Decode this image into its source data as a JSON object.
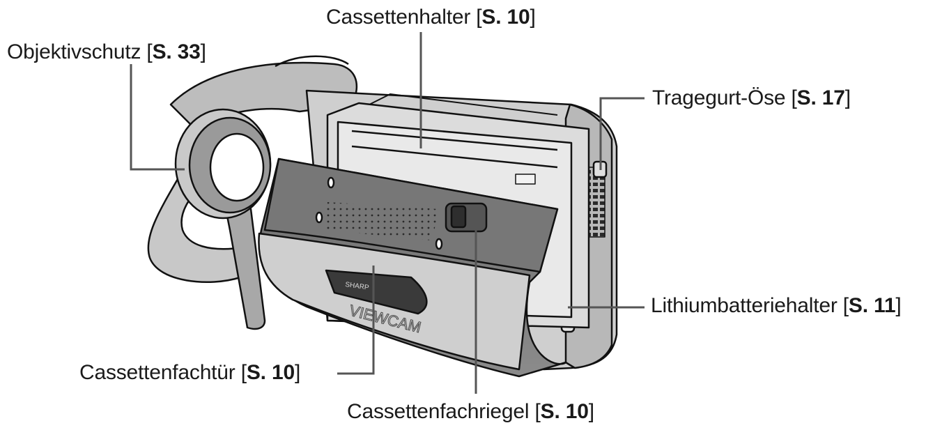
{
  "callouts": {
    "cassette_holder": {
      "name": "Cassettenhalter",
      "open": " [",
      "page": "S. 10",
      "close": "]"
    },
    "lens_cover": {
      "name": "Objektivschutz",
      "open": " [",
      "page": "S. 33",
      "close": "]"
    },
    "strap_eyelet": {
      "name": "Tragegurt-Öse",
      "open": " [",
      "page": "S. 17",
      "close": "]"
    },
    "lithium_holder": {
      "name": "Lithiumbatteriehalter",
      "open": " [",
      "page": "S. 11",
      "close": "]"
    },
    "compartment_door": {
      "name": "Cassettenfachtür",
      "open": " [",
      "page": "S. 10",
      "close": "]"
    },
    "compartment_latch": {
      "name": "Cassettenfachriegel",
      "open": " [",
      "page": "S. 10",
      "close": "]"
    }
  },
  "product_marks": {
    "door_brand": "SHARP",
    "door_model": "VIEWCAM"
  }
}
